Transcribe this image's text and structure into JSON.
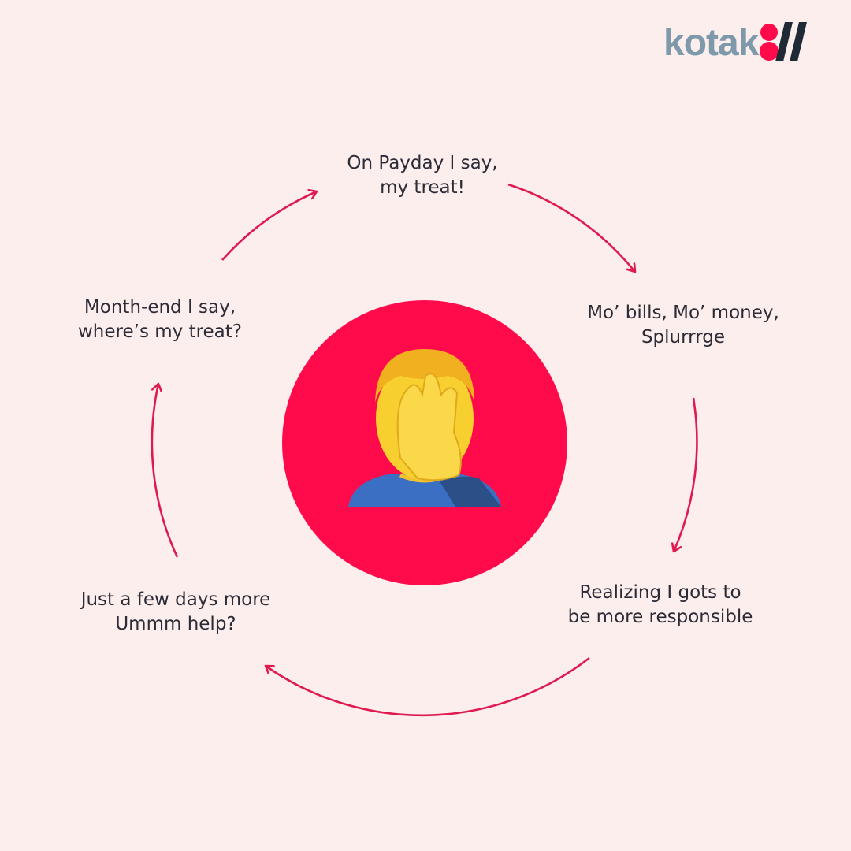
{
  "brand": {
    "name": "kotak",
    "accent": "#ff0a4a",
    "logo_text_color": "#7e9aaa"
  },
  "cycle": [
    {
      "line1": "On Payday I say,",
      "line2": "my treat!"
    },
    {
      "line1": "Mo’ bills, Mo’ money,",
      "line2": "Splurrrge"
    },
    {
      "line1": "Realizing I gots to",
      "line2": "be more responsible"
    },
    {
      "line1": "Just a few days more",
      "line2": "Ummm help?"
    },
    {
      "line1": "Month-end I say,",
      "line2": "where’s my treat?"
    }
  ],
  "center": {
    "icon": "man-facepalming-emoji",
    "color": "#ff0a4a"
  },
  "arrow_color": "#e0194f"
}
